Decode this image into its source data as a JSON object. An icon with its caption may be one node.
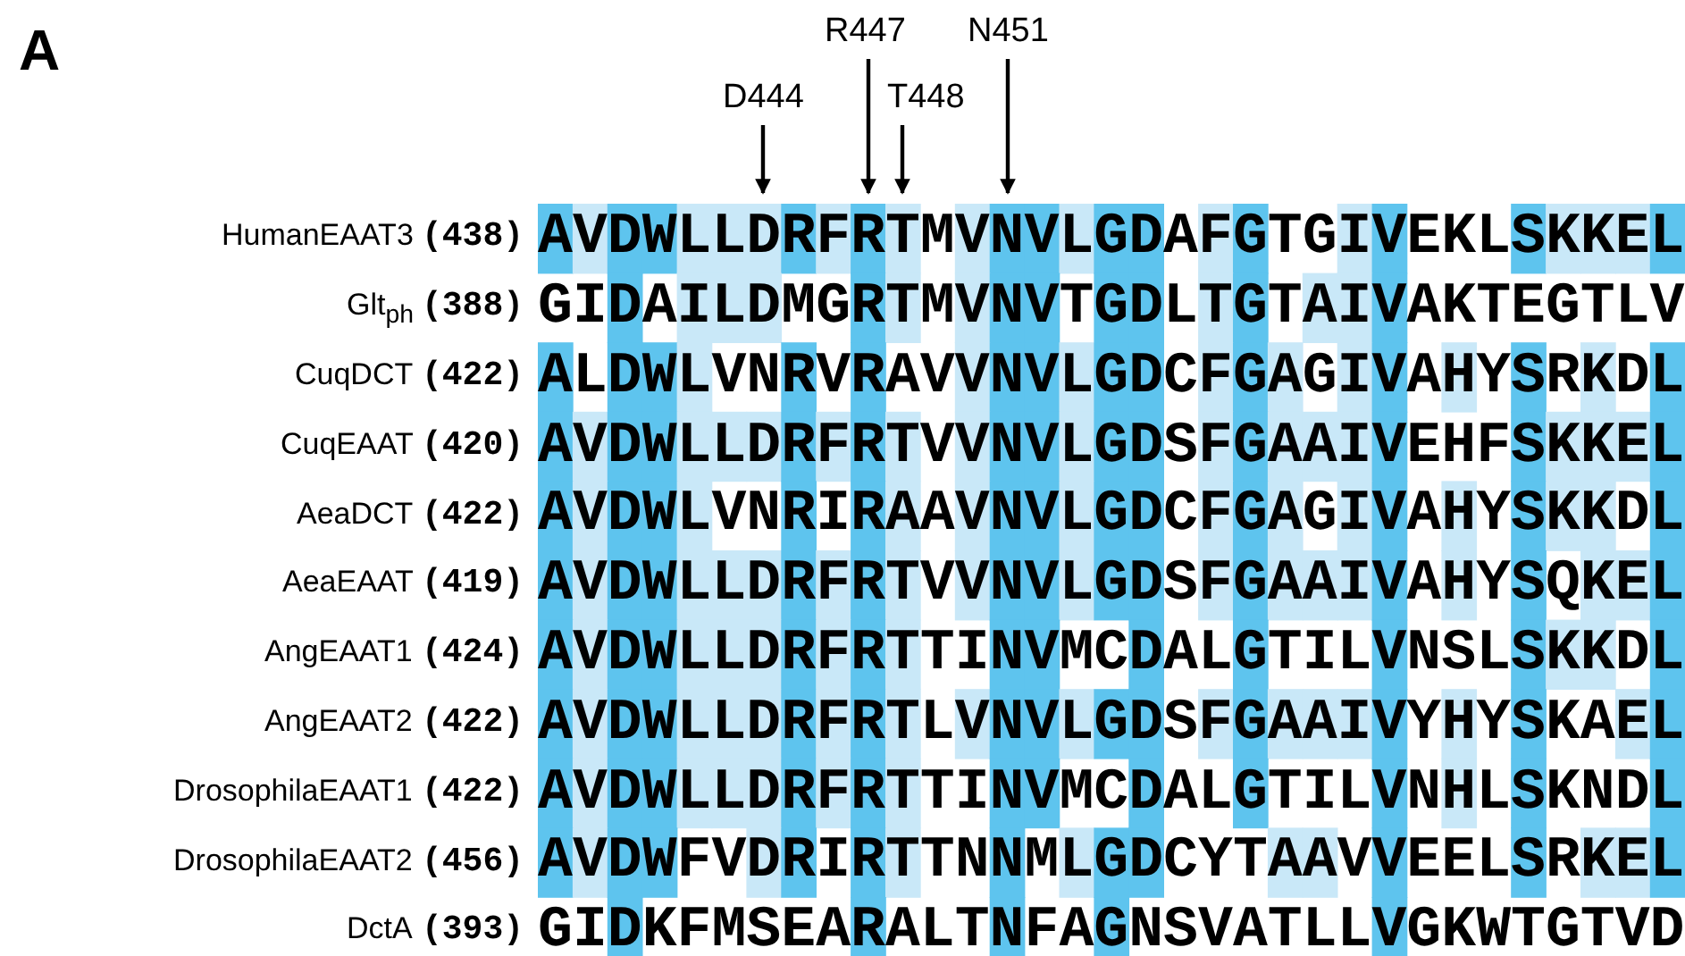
{
  "diagram": {
    "labels": [
      "A",
      "R447",
      "N451",
      "D444",
      "T448",
      "HumanEAAT3",
      "(438)",
      "AVDWLLDRFRTMVNVLGDAFGTGIVEKLSKKEL",
      "Glt$_{ph}$",
      "(388)",
      "GIDAILDMGRTMVNVTGDLTGTAIVAKTEGTLV",
      "CuqDCT",
      "(422)",
      "ALDWLVNRVRAVVNVLGDCFGAGIVAHYSRKDL",
      "CuqEAAT",
      "(420)",
      "AVDWLLDRFRTVVNVLGDSFGAAIVEHFSKKEL",
      "AeaDCT",
      "(422)",
      "AVDWLVNRIRAAVNVLGDCFGAGIVAHYSKKDL",
      "AeaEAAT",
      "(419)",
      "AVDWLLDRFRTVVNVLGDSFGAAIVAHYSQKEL",
      "AngEAAT1",
      "(424)",
      "AVDWLLDRFRTTINVMCDALGTILVNSLSKKDL",
      "AngEAAT2",
      "(422)",
      "AVDWLLDRFRTLVNVLGDSFGAAIVYHYSKAEL",
      "DrosophilaEAAT1",
      "(422)",
      "AVDWLLDRFRTTINVMCDALGTILVNHLSKNDL",
      "DrosophilaEAAT2",
      "(456)",
      "AVDWFVDRIRTTNNMLGDCYTAAVVEELSRKEL",
      "DctA",
      "(393)",
      "GIDKFMSEARALTNFAGNSVATLLVGKWTGTVD"
    ]
  }
}
